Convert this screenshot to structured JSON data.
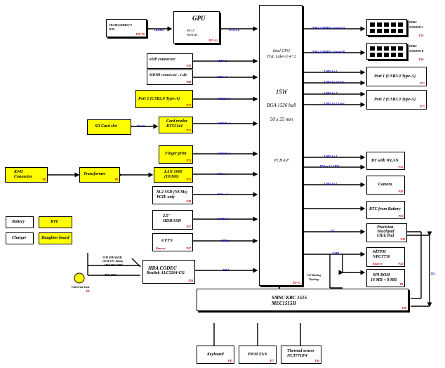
{
  "cpu": {
    "title": "Intel  CPU",
    "subtitle": "TGL Lake-U 4+2",
    "power": "15W",
    "package": "BGA 1526 ball",
    "size": "50 x 25 mm",
    "pch": "PCH-LP",
    "page": "P4~15"
  },
  "gpu": {
    "title": "GPU",
    "model": "NV 17\"",
    "part": "N17S-G5",
    "page": "P27~31"
  },
  "vram": {
    "label": "VRAM(GDDR5)*2",
    "size": "2GB",
    "page": "P28~30",
    "bus": "GDDR5"
  },
  "left_blocks": [
    {
      "id": "edp",
      "label": "eDP connector",
      "page": "P38",
      "bus": "eDP 1.2"
    },
    {
      "id": "hdmi",
      "label": "HDMI connector , 1.4b",
      "page": "P48",
      "bus": "DDI x 4"
    },
    {
      "id": "port2",
      "label": "Port 2 (USB2.0 Type-A)",
      "page": "P73",
      "bus": "USB2.0 x 1"
    },
    {
      "id": "cardreader",
      "label1": "Card reader",
      "label2": "RTS5144",
      "page": "P72",
      "bus": "USB2.0 x 1"
    },
    {
      "id": "finger",
      "label": "Finger print",
      "page": "P73",
      "bus": "USB2.0 x 1"
    },
    {
      "id": "lan",
      "label1": "LAN 1000",
      "label2": "(10/100)",
      "page": "P72",
      "bus": "PCIe x 1"
    },
    {
      "id": "m2",
      "label1": "M.2 SSD (NVMe)",
      "label2": "PCIE only",
      "page": "P48",
      "bus": "PCIe x 4"
    },
    {
      "id": "hdd",
      "label1": "2.5\"",
      "label2": "HDD/SSD",
      "page": "P47",
      "bus": "SATA x 1"
    },
    {
      "id": "ffs",
      "label": "# FFS",
      "reserve": "Reserve",
      "page": "P47",
      "bus": "SMBus"
    },
    {
      "id": "codec",
      "label1": "HDA CODEC",
      "label2": "Realtek ALC3204-CG",
      "page": "P29",
      "bus": "HDA"
    }
  ],
  "sdcard": {
    "label": "SD Card slot",
    "bus": "SD 3.0"
  },
  "rj45": {
    "label1": "RJ45",
    "label2": "Connector",
    "page": "P8"
  },
  "transformer": {
    "label": "Transformer",
    "page": "P8"
  },
  "audio": {
    "speaker": "2CH SPEAKER",
    "speaker_sub": "(2CH 2W/ 4ohm)",
    "headphone": "HP&MIC/MIC",
    "mic": "INT_MIC",
    "jack": "Universal Jack",
    "jack_page": "P8"
  },
  "legend": {
    "battery": "Battery",
    "rtc": "RTC",
    "charger": "Charger",
    "daughter": "Daughter board"
  },
  "right_blocks": [
    {
      "id": "dimm-a",
      "label1": "DDR4",
      "label2": "SODIMM A",
      "page": "P25",
      "bus": "DDR4 3200MHz Channel A"
    },
    {
      "id": "dimm-b",
      "label1": "DDR4",
      "label2": "SODIMM B",
      "page": "P26",
      "bus": "DDR4 3200MHz Channel B"
    },
    {
      "id": "port1",
      "label": "Port 1 (USB3.0 Type-A)",
      "page": "P71",
      "bus1": "USB3.0 x 1",
      "bus2": "USB3.0 x 1 Gen1"
    },
    {
      "id": "port2r",
      "label": "Port 2 (USB3.0 Type-A)",
      "page": "P71",
      "bus1": "USB3.0 x 1",
      "bus2": "USB3.0 x 1 Gen1"
    },
    {
      "id": "bt",
      "label": "BT with WLAN",
      "page": "P53",
      "bus1": "USB2.0 x 1",
      "bus2": "PCIe x 1 / CNVi"
    },
    {
      "id": "camera",
      "label": "Camera",
      "page": "P38",
      "bus": "USB2.0 x 1"
    },
    {
      "id": "rtc",
      "label": "RTC from Battery",
      "page": "P53"
    },
    {
      "id": "touchpad",
      "label1": "Precision",
      "label2": "Touchpad",
      "label3": "Click Pad",
      "page": "P43",
      "bus": "I2C"
    },
    {
      "id": "tpm",
      "label1": "#dTPM",
      "label2": "NPCT750",
      "reserve": "Reserve",
      "page": "P43"
    },
    {
      "id": "spi",
      "label1": "SPI ROM",
      "label2": "16 MB + 8 MB",
      "page": "P9"
    }
  ],
  "espi_label": "ESPI",
  "g3": "G3 Sharing",
  "g3_sub": "Topology",
  "edpi": "eSPI",
  "i2c_side": "I2C",
  "ec": {
    "label1": "SMSC KBC 1515",
    "label2": "MEC1515H",
    "page": "P38"
  },
  "bottom": [
    {
      "id": "keyboard",
      "label": "Keyboard",
      "page": "P43"
    },
    {
      "id": "fan",
      "label": "PWM FAN",
      "page": "P77"
    },
    {
      "id": "thermal",
      "label1": "Thermal sensor",
      "label2": "NCT7718W",
      "page": "P44"
    }
  ]
}
